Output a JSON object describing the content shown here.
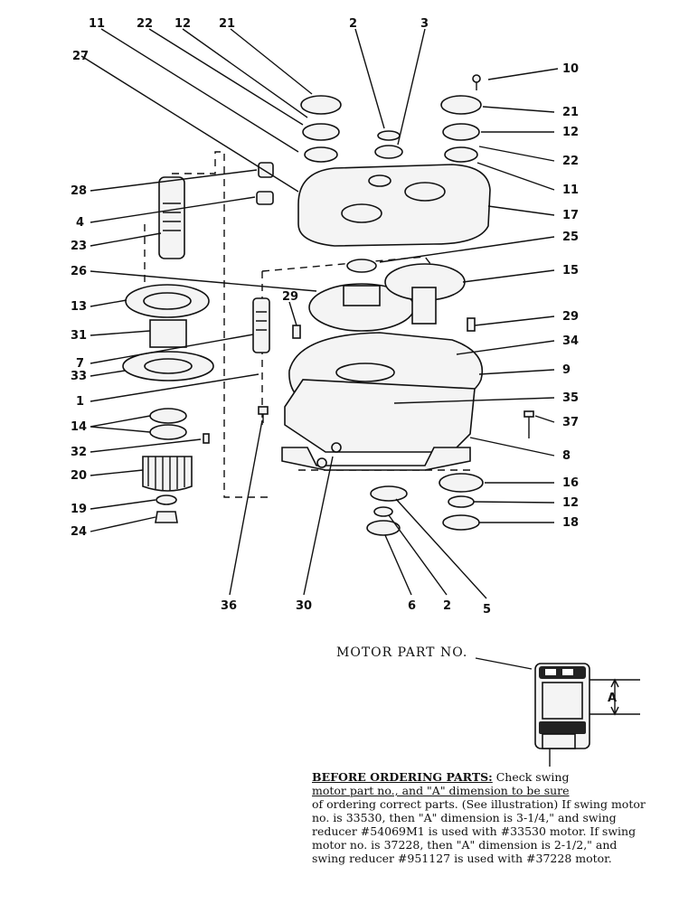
{
  "callouts": {
    "c11a": "11",
    "c22a": "22",
    "c12a": "12",
    "c21a": "21",
    "c2a": "2",
    "c3": "3",
    "c27": "27",
    "c10": "10",
    "c21b": "21",
    "c12b": "12",
    "c22b": "22",
    "c11b": "11",
    "c28": "28",
    "c4": "4",
    "c17": "17",
    "c23": "23",
    "c25": "25",
    "c26": "26",
    "c15": "15",
    "c13": "13",
    "c29a": "29",
    "c29b": "29",
    "c31": "31",
    "c34": "34",
    "c7": "7",
    "c33": "33",
    "c9": "9",
    "c1": "1",
    "c35": "35",
    "c14": "14",
    "c37": "37",
    "c32": "32",
    "c8": "8",
    "c20": "20",
    "c16": "16",
    "c19": "19",
    "c12c": "12",
    "c24": "24",
    "c18": "18",
    "c36": "36",
    "c30": "30",
    "c6": "6",
    "c2b": "2",
    "c5": "5",
    "cA": "A"
  },
  "motor_label": "MOTOR PART NO.",
  "note": {
    "heading": "BEFORE ORDERING PARTS:",
    "line1_rest": " Check swing",
    "line2": "motor part no., and \"A\" dimension to be sure",
    "body": "of ordering correct parts. (See illustration) If swing motor no. is 33530, then \"A\" dimension is 3-1/4,\" and swing reducer #54069M1 is used with #33530 motor. If swing motor no. is 37228, then \"A\" dimension is 2-1/2,\" and swing reducer #951127 is used with #37228 motor."
  }
}
